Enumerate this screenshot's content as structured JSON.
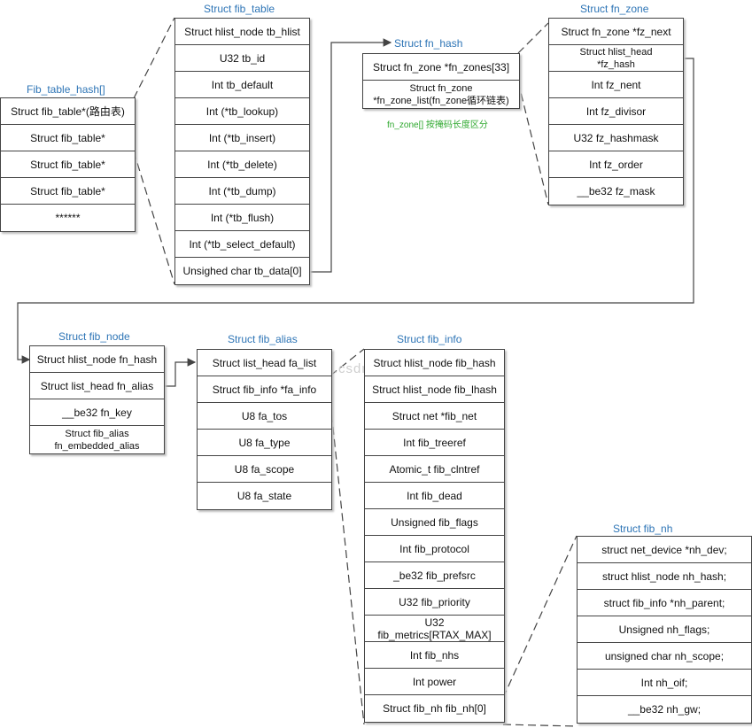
{
  "watermark": "http://blog.csdn.net/",
  "note": "fn_zone[] 按掩码长度区分",
  "colors": {
    "title": "#2e75b6",
    "note": "#2ea82e",
    "line": "#444444"
  },
  "tables": {
    "fib_table_hash": {
      "title": "Fib_table_hash[]",
      "rows": [
        "Struct fib_table*(路由表)",
        "Struct fib_table*",
        "Struct fib_table*",
        "Struct fib_table*",
        "******"
      ]
    },
    "fib_table": {
      "title": "Struct fib_table",
      "rows": [
        "Struct hlist_node tb_hlist",
        "U32 tb_id",
        "Int tb_default",
        "Int (*tb_lookup)",
        "Int (*tb_insert)",
        "Int (*tb_delete)",
        "Int (*tb_dump)",
        "Int (*tb_flush)",
        "Int (*tb_select_default)",
        "Unsighed char tb_data[0]"
      ]
    },
    "fn_hash": {
      "title": "Struct fn_hash",
      "rows": [
        "Struct fn_zone *fn_zones[33]",
        "Struct fn_zone\n*fn_zone_list(fn_zone循环链表)"
      ]
    },
    "fn_zone": {
      "title": "Struct fn_zone",
      "rows": [
        "Struct fn_zone *fz_next",
        "Struct hlist_head\n*fz_hash",
        "Int fz_nent",
        "Int fz_divisor",
        "U32 fz_hashmask",
        "Int fz_order",
        "__be32 fz_mask"
      ]
    },
    "fib_node": {
      "title": "Struct fib_node",
      "rows": [
        "Struct hlist_node fn_hash",
        "Struct list_head fn_alias",
        "__be32 fn_key",
        "Struct fib_alias\nfn_embedded_alias"
      ]
    },
    "fib_alias": {
      "title": "Struct fib_alias",
      "rows": [
        "Struct list_head fa_list",
        "Struct fib_info *fa_info",
        "U8 fa_tos",
        "U8 fa_type",
        "U8 fa_scope",
        "U8 fa_state"
      ]
    },
    "fib_info": {
      "title": "Struct fib_info",
      "rows": [
        "Struct hlist_node fib_hash",
        "Struct hlist_node fib_lhash",
        "Struct net *fib_net",
        "Int fib_treeref",
        "Atomic_t fib_clntref",
        "Int fib_dead",
        "Unsigned fib_flags",
        "Int fib_protocol",
        "_be32 fib_prefsrc",
        "U32 fib_priority",
        "U32 fib_metrics[RTAX_MAX]",
        "Int fib_nhs",
        "Int power",
        "Struct fib_nh fib_nh[0]"
      ]
    },
    "fib_nh": {
      "title": "Struct fib_nh",
      "rows": [
        "struct net_device *nh_dev;",
        "struct hlist_node nh_hash;",
        "struct fib_info *nh_parent;",
        "Unsigned nh_flags;",
        "unsigned char nh_scope;",
        "Int nh_oif;",
        "__be32 nh_gw;"
      ]
    }
  }
}
